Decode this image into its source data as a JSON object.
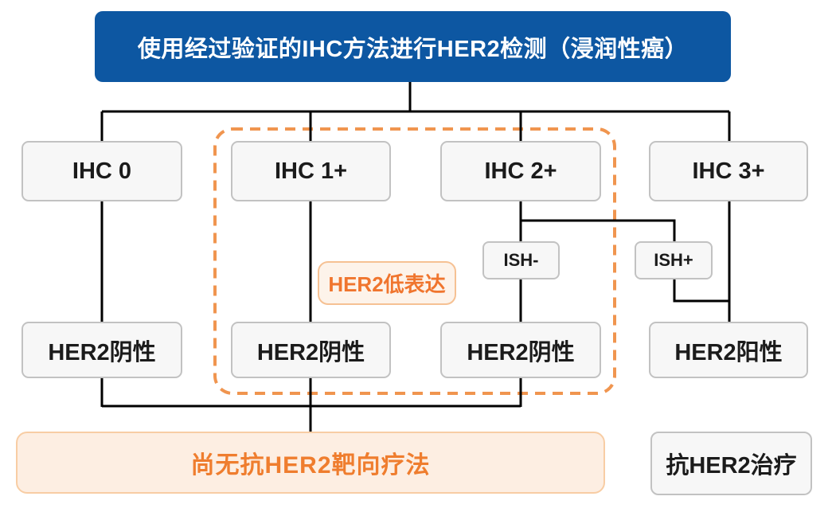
{
  "banner": {
    "label": "使用经过验证的IHC方法进行HER2检测（浸润性癌）"
  },
  "nodes": {
    "ihc0": "IHC 0",
    "ihc1plus": "IHC 1+",
    "ihc2plus": "IHC 2+",
    "ihc3plus": "IHC 3+",
    "ish_negative": "ISH-",
    "ish_positive": "ISH+",
    "her2_low_expression": "HER2低表达",
    "her2_negative_1": "HER2阴性",
    "her2_negative_2": "HER2阴性",
    "her2_negative_3": "HER2阴性",
    "her2_positive": "HER2阳性",
    "no_anti_her2_therapy": "尚无抗HER2靶向疗法",
    "anti_her2_therapy": "抗HER2治疗"
  },
  "colors": {
    "banner_bg": "#0d57a2",
    "banner_text": "#ffffff",
    "node_bg": "#f7f7f7",
    "node_border": "#c2c2c2",
    "node_text": "#1b1b1b",
    "line": "#000000",
    "dashed": "#f0954f",
    "hl_bg": "#fdf3ea",
    "hl_border": "#f6c193",
    "hl_text": "#f0752e",
    "footer_bg": "#fdeee2",
    "footer_border": "#f8cda4",
    "footer_text": "#ef7d2e"
  }
}
